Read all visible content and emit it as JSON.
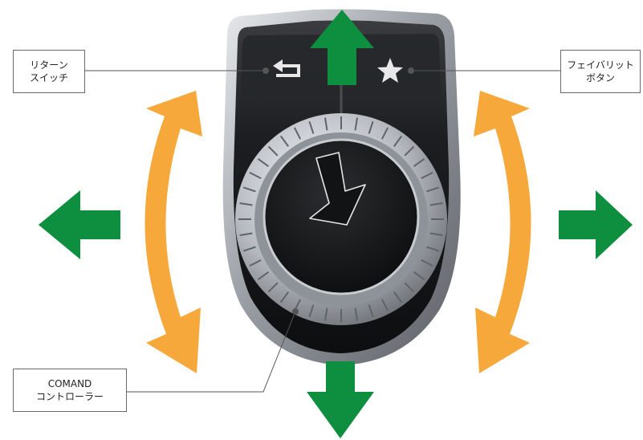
{
  "labels": {
    "return_switch": [
      "リターン",
      "スイッチ"
    ],
    "favorite_button": [
      "フェイバリット",
      "ボタン"
    ],
    "comand_controller": [
      "COMAND",
      "コントローラー"
    ]
  },
  "colors": {
    "arrow_green": "#0e8f3f",
    "rotate_orange": "#f7a83a",
    "device_body": "#1b1c1e",
    "device_bezel": "#b9bcc2",
    "ring_silver": "#d4d7dc",
    "knob": "#151617",
    "callout_border": "#6a6a6a"
  },
  "icons": {
    "return": "return-arrow-icon",
    "favorite": "star-icon",
    "press": "press-down-arrow-icon",
    "directions": [
      "arrow-up-icon",
      "arrow-down-icon",
      "arrow-left-icon",
      "arrow-right-icon"
    ],
    "rotation": [
      "rotate-left-icon",
      "rotate-right-icon"
    ]
  }
}
